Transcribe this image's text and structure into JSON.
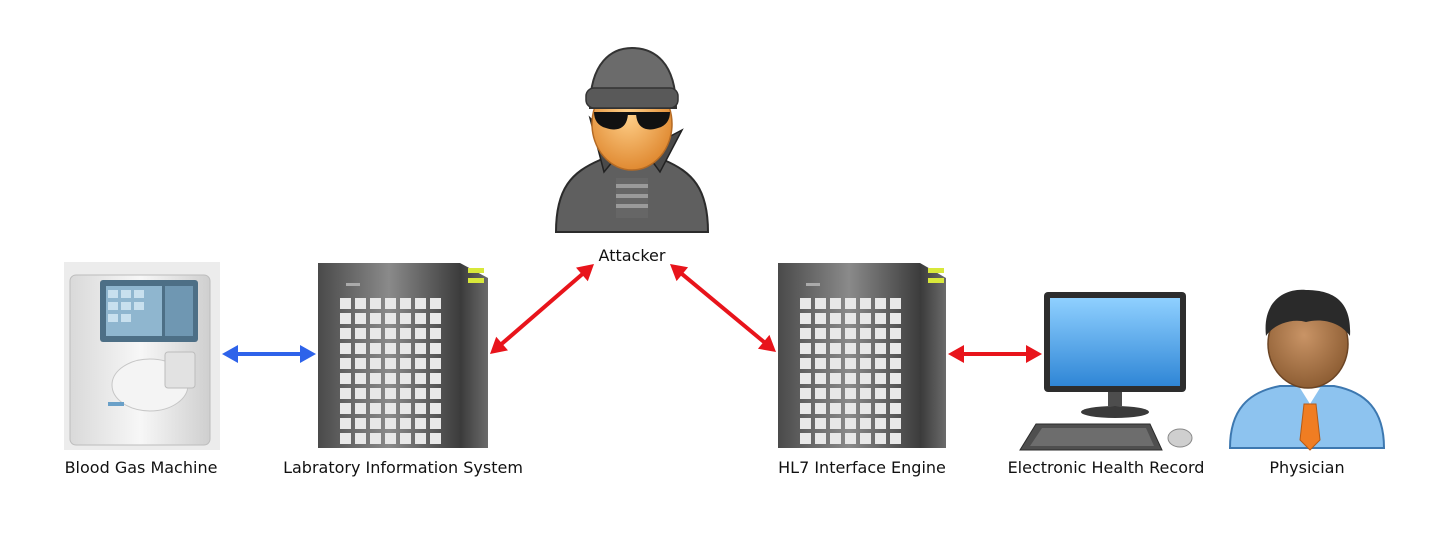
{
  "labels": {
    "attacker": "Attacker",
    "blood_gas_machine": "Blood Gas Machine",
    "lis": "Labratory Information System",
    "hl7": "HL7 Interface Engine",
    "ehr": "Electronic Health Record",
    "physician": "Physician"
  },
  "colors": {
    "normal_link": "#2e63ea",
    "attacked_link": "#e8141b",
    "server_body": "#5a5a5a",
    "server_led": "#d8e83a",
    "screen": "#3f9fe2",
    "skin": "#f2a55a",
    "physician_skin": "#b07b4e",
    "tie": "#f07d22",
    "shirt": "#7fb9e8"
  },
  "links": [
    {
      "from": "blood_gas_machine",
      "to": "lis",
      "type": "normal"
    },
    {
      "from": "lis",
      "to": "attacker",
      "type": "attacked"
    },
    {
      "from": "attacker",
      "to": "hl7",
      "type": "attacked"
    },
    {
      "from": "hl7",
      "to": "ehr",
      "type": "attacked"
    }
  ]
}
